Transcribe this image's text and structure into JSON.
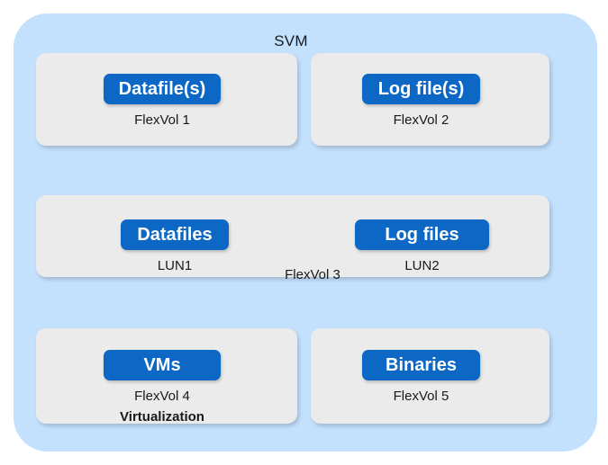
{
  "diagram": {
    "title": "SVM",
    "colors": {
      "container_background": "#c3e0fd",
      "card_background": "#ebebeb",
      "badge_blue": "#0c68c4",
      "badge_text": "#ffffff",
      "label_text": "#1a1a1a",
      "page_background": "#ffffff"
    },
    "rows": [
      {
        "cards": [
          {
            "badge": "Datafile(s)",
            "volume": "FlexVol 1",
            "note": null
          },
          {
            "badge": "Log file(s)",
            "volume": "FlexVol 2",
            "note": null
          }
        ]
      },
      {
        "cards": [
          {
            "volume": "FlexVol 3",
            "luns": [
              {
                "badge": "Datafiles",
                "lun": "LUN1"
              },
              {
                "badge": "Log files",
                "lun": "LUN2"
              }
            ]
          }
        ]
      },
      {
        "cards": [
          {
            "badge": "VMs",
            "volume": "FlexVol 4",
            "note": "Virtualization"
          },
          {
            "badge": "Binaries",
            "volume": "FlexVol 5",
            "note": null
          }
        ]
      }
    ]
  }
}
